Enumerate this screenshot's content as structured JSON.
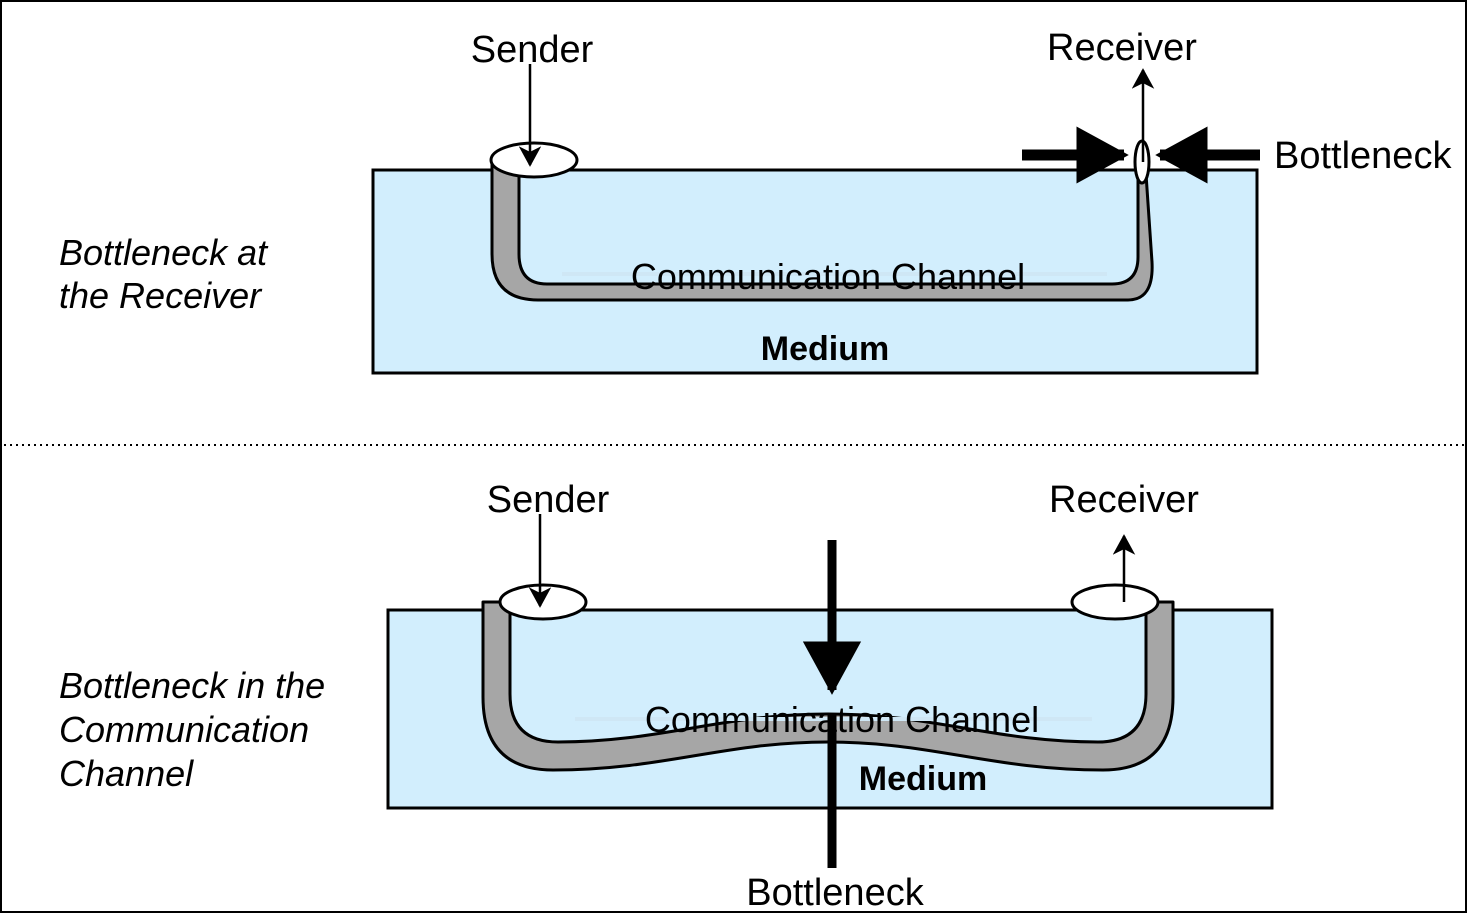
{
  "figure": {
    "title": "Bottleneck location illustration",
    "background_color": "#ffffff",
    "border_color": "#000000",
    "divider_style": "dotted"
  },
  "colors": {
    "medium_fill": "#d2eefd",
    "pipe_fill": "#a6a6a6",
    "pipe_opening_fill": "#ffffff",
    "outline": "#000000",
    "centerline": "#cfe7f5"
  },
  "panels": [
    {
      "id": "panel-top",
      "row_label": "Bottleneck at\nthe Receiver",
      "row_label_lines": [
        "Bottleneck at",
        "the Receiver"
      ],
      "medium_label": "Medium",
      "channel_label": "Communication Channel",
      "sender_label": "Sender",
      "receiver_label": "Receiver",
      "bottleneck_label": "Bottleneck",
      "bottleneck_position": "receiver"
    },
    {
      "id": "panel-bottom",
      "row_label": "Bottleneck in the\nCommunication\nChannel",
      "row_label_lines": [
        "Bottleneck in the",
        "Communication",
        "Channel"
      ],
      "medium_label": "Medium",
      "channel_label": "Communication Channel",
      "sender_label": "Sender",
      "receiver_label": "Receiver",
      "bottleneck_label": "Bottleneck",
      "bottleneck_position": "channel"
    }
  ]
}
